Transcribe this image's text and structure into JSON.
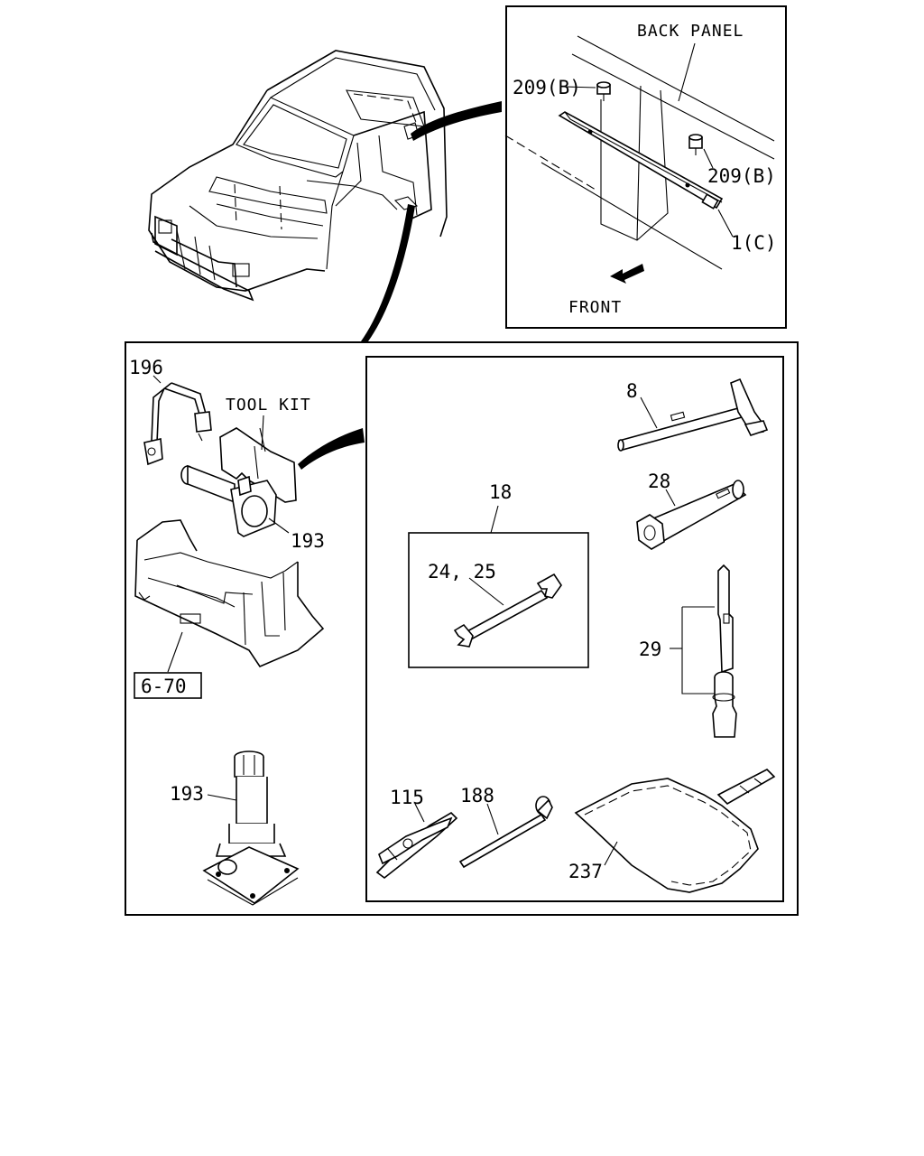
{
  "labels": {
    "back_panel": "BACK PANEL",
    "front": "FRONT",
    "tool_kit": "TOOL KIT",
    "p209b_top": "209(B)",
    "p209b_right": "209(B)",
    "p1c": "1(C)",
    "p196": "196",
    "p193_top": "193",
    "p193_jack": "193",
    "ref_6_70": "6-70",
    "p8": "8",
    "p18": "18",
    "p24_25": "24, 25",
    "p28": "28",
    "p29": "29",
    "p115": "115",
    "p188": "188",
    "p237": "237"
  }
}
